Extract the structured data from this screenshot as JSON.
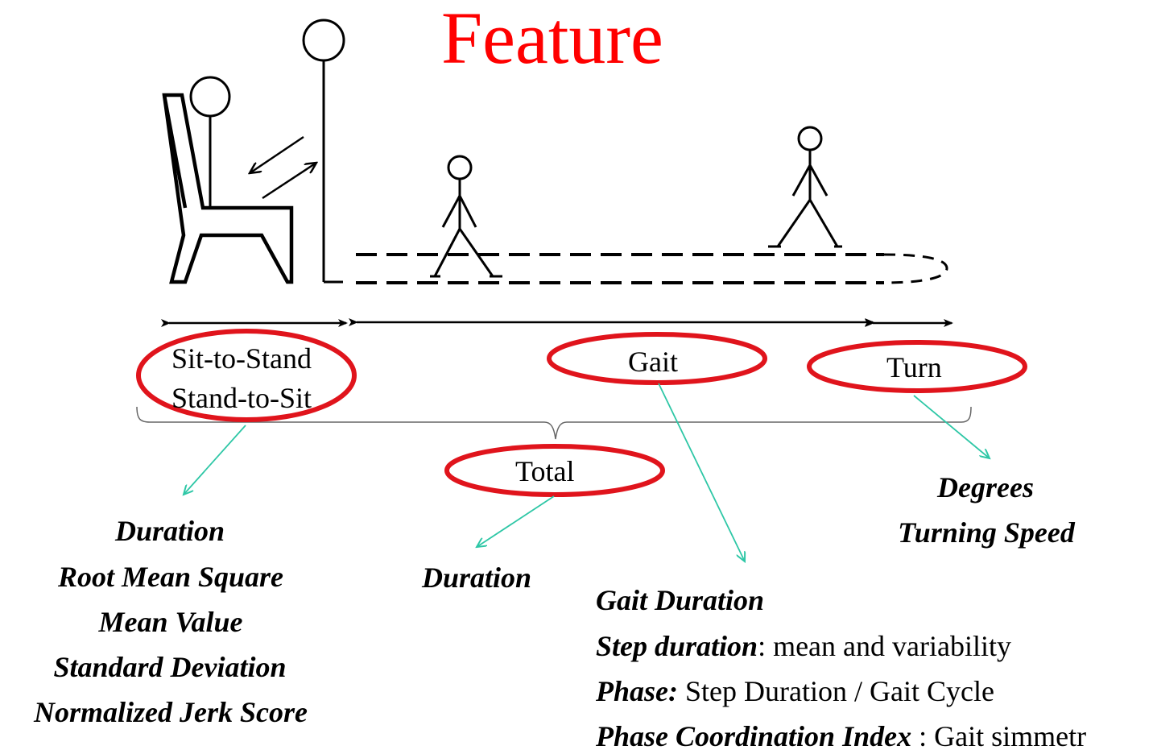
{
  "title": "Feature",
  "colors": {
    "title": "#ff0000",
    "highlight_ellipse": "#e0141c",
    "pointer_arrow": "#2ec7a6",
    "ink": "#000000"
  },
  "phases": {
    "sit_stand": {
      "line1": "Sit-to-Stand",
      "line2": "Stand-to-Sit"
    },
    "gait": "Gait",
    "turn": "Turn",
    "total": "Total"
  },
  "features": {
    "sit_stand": [
      "Duration",
      "Root Mean Square",
      "Mean Value",
      "Standard Deviation",
      "Normalized Jerk Score"
    ],
    "total": [
      "Duration"
    ],
    "turn": [
      "Degrees",
      "Turning Speed"
    ],
    "gait": {
      "duration": "Gait Duration",
      "step_label": "Step duration",
      "step_desc": ": mean and variability",
      "phase_label": "Phase:",
      "phase_desc": " Step Duration / Gait Cycle",
      "pci_label": "Phase Coordination Index",
      "pci_desc": " : Gait simmetr"
    }
  },
  "icons": [
    "chair-icon",
    "stick-figure-seated-icon",
    "stick-figure-standing-icon",
    "stick-figure-walking-icon",
    "walkway-icon"
  ]
}
